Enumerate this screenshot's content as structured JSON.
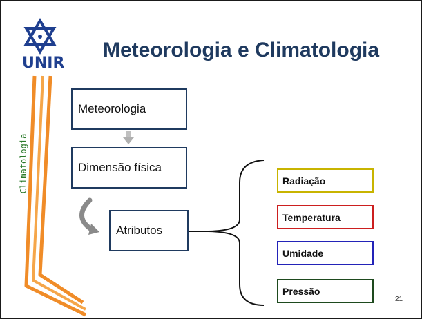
{
  "logo": {
    "text": "UNIR"
  },
  "side_label": "Climatologia",
  "title": "Meteorologia e Climatologia",
  "boxes": {
    "meteorologia": "Meteorologia",
    "dimensao": "Dimensão física",
    "atributos": "Atributos"
  },
  "attributes": [
    {
      "label": "Radiação",
      "color": "#c8b400"
    },
    {
      "label": "Temperatura",
      "color": "#cc1f1f"
    },
    {
      "label": "Umidade",
      "color": "#2323b8"
    },
    {
      "label": "Pressão",
      "color": "#1e4a1e"
    }
  ],
  "page_number": "21",
  "colors": {
    "accent_orange": "#f08c28",
    "title_blue": "#1f3a5f",
    "logo_blue": "#1f3f8f"
  }
}
